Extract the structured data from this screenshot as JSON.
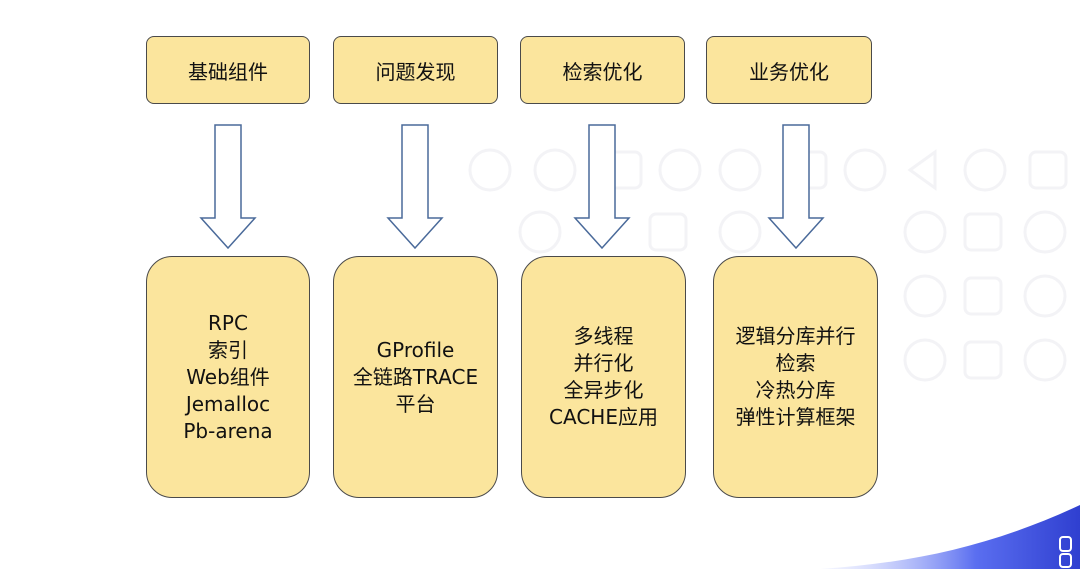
{
  "columns": [
    {
      "header": "基础组件",
      "items": [
        "RPC",
        "索引",
        "Web组件",
        "Jemalloc",
        "Pb-arena"
      ]
    },
    {
      "header": "问题发现",
      "items": [
        "GProfile",
        "全链路TRACE",
        "平台"
      ]
    },
    {
      "header": "检索优化",
      "items": [
        "多线程",
        "并行化",
        "全异步化",
        "CACHE应用"
      ]
    },
    {
      "header": "业务优化",
      "items": [
        "逻辑分库并行",
        "检索",
        "冷热分库",
        "弹性计算框架"
      ]
    }
  ],
  "colors": {
    "box_fill": "#fbe59d",
    "box_border": "#4a4a4a",
    "arrow_stroke": "#4a6a9a",
    "corner_accent": "#3a4fd8"
  },
  "icons": {
    "arrow": "down-arrow-icon",
    "corner": "corner-swoosh-decoration"
  }
}
